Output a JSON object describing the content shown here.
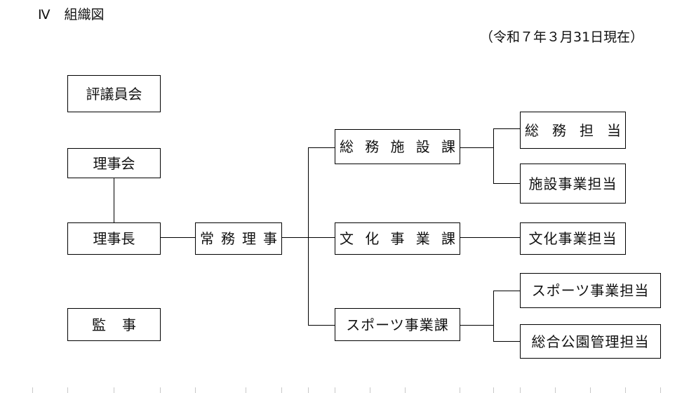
{
  "section": {
    "number": "Ⅳ",
    "title": "組織図"
  },
  "as_of": "（令和７年３月31日現在）",
  "governance": {
    "council": "評議員会",
    "board": "理事会",
    "chairman": "理事長",
    "auditor": [
      "監",
      "事"
    ]
  },
  "executive": {
    "managing_director": [
      "常",
      "務",
      "理",
      "事"
    ]
  },
  "sections": [
    {
      "name": [
        "総",
        "務",
        "施",
        "設",
        "課"
      ],
      "teams": [
        [
          "総",
          "務",
          "担",
          "当"
        ],
        [
          "施設事業担当"
        ]
      ]
    },
    {
      "name": [
        "文",
        "化",
        "事",
        "業",
        "課"
      ],
      "teams": [
        [
          "文化事業担当"
        ]
      ]
    },
    {
      "name": [
        "スポーツ事業課"
      ],
      "teams": [
        [
          "スポーツ事業担当"
        ],
        [
          "総合公園管理担当"
        ]
      ]
    }
  ]
}
